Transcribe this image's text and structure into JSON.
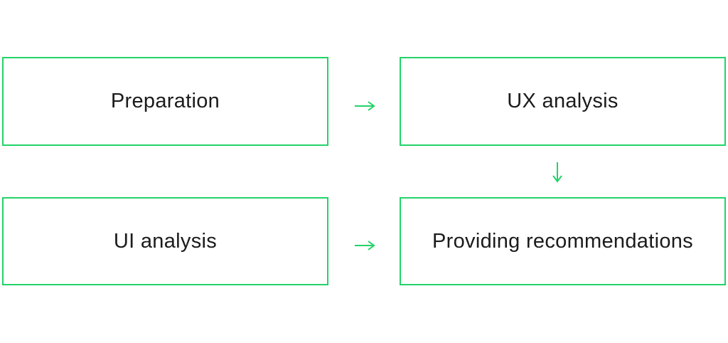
{
  "colors": {
    "accent_green": "#22d368",
    "text": "#1b1b1b",
    "background": "#ffffff"
  },
  "flowchart": {
    "title": "",
    "nodes": [
      {
        "id": "preparation",
        "label": "Preparation"
      },
      {
        "id": "ux-analysis",
        "label": "UX analysis"
      },
      {
        "id": "ui-analysis",
        "label": "UI analysis"
      },
      {
        "id": "providing-recommendations",
        "label": "Providing recommendations"
      }
    ],
    "connectors": [
      {
        "from": "preparation",
        "to": "ux-analysis",
        "direction": "right",
        "icon": "arrow-right-icon"
      },
      {
        "from": "ux-analysis",
        "to": "providing-recommendations",
        "direction": "down",
        "icon": "arrow-down-icon"
      },
      {
        "from": "ui-analysis",
        "to": "providing-recommendations",
        "direction": "right",
        "icon": "arrow-right-icon"
      }
    ]
  }
}
